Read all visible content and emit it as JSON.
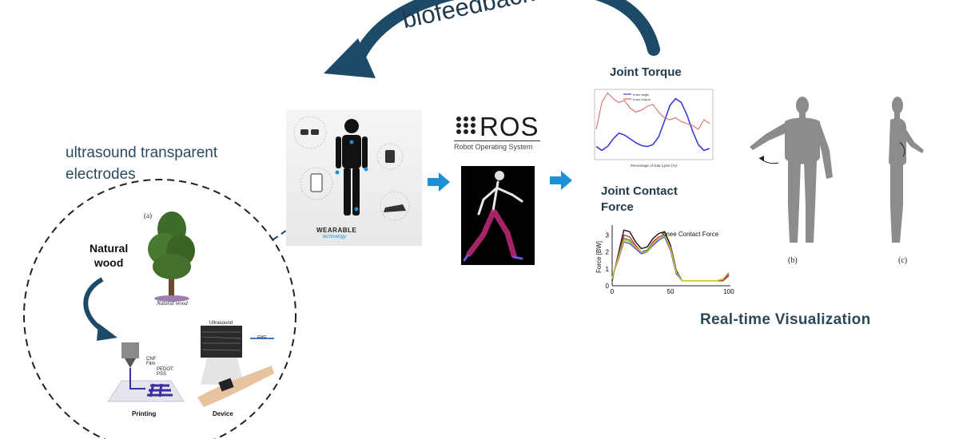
{
  "feedback": {
    "label": "biofeedback"
  },
  "electrodes": {
    "title": "ultrasound transparent electrodes",
    "panel_label_a": "(a)",
    "natural_wood_label": "Natural\nwood",
    "natural_wood_caption": "Natural wood",
    "cnf_label": "CNF\nFilm",
    "pedot_label": "PEDOT:\nPSS",
    "printing_label": "Printing",
    "device_label": "Device",
    "ultrasound_label": "Ultrasound",
    "emg_label": "EMG"
  },
  "wearable": {
    "label": "WEARABLE",
    "sublabel": "technology"
  },
  "ros": {
    "logo_text": "ROS",
    "subtitle": "Robot Operating System"
  },
  "torque": {
    "title": "Joint Torque",
    "legend": [
      "Knee angle",
      "Knee torque"
    ],
    "xlabel": "Percentage of Gait Cycle (%)"
  },
  "contact": {
    "title": "Joint Contact Force",
    "chart_label": "Knee Contact Force",
    "ylabel": "Force [BW]"
  },
  "visualization": {
    "title": "Real-time Visualization",
    "label_b": "(b)",
    "label_c": "(c)"
  },
  "colors": {
    "arrow_dark": "#1d4a66",
    "flow_arrow": "#1e90d6",
    "torque_blue": "#3a3ad6",
    "torque_red": "#e0605a"
  },
  "chart_data": [
    {
      "type": "line",
      "title": "Joint Torque",
      "xlabel": "Percentage of Gait Cycle (%)",
      "xlim": [
        0,
        100
      ],
      "x": [
        0,
        5,
        10,
        15,
        20,
        25,
        30,
        35,
        40,
        45,
        50,
        55,
        60,
        65,
        70,
        75,
        80,
        85,
        90,
        95,
        100
      ],
      "series": [
        {
          "name": "Knee angle",
          "values": [
            12,
            8,
            12,
            20,
            26,
            24,
            20,
            16,
            13,
            12,
            14,
            22,
            38,
            55,
            62,
            58,
            45,
            28,
            14,
            8,
            10
          ]
        },
        {
          "name": "Knee torque",
          "values": [
            30,
            58,
            68,
            62,
            58,
            60,
            52,
            48,
            50,
            54,
            56,
            48,
            42,
            40,
            42,
            38,
            36,
            34,
            30,
            40,
            36
          ]
        }
      ]
    },
    {
      "type": "line",
      "title": "Knee Contact Force",
      "ylabel": "Force [BW]",
      "xlim": [
        0,
        100
      ],
      "ylim": [
        0,
        3.5
      ],
      "xticks": [
        0,
        50,
        100
      ],
      "yticks": [
        0,
        1,
        2,
        3
      ],
      "x": [
        0,
        5,
        10,
        15,
        20,
        25,
        30,
        35,
        40,
        45,
        50,
        55,
        60,
        65,
        70,
        75,
        80,
        85,
        90,
        95,
        100
      ],
      "series": [
        {
          "color": "#111111",
          "values": [
            0.3,
            1.8,
            3.3,
            3.2,
            2.6,
            2.2,
            2.3,
            2.8,
            3.1,
            3.2,
            2.4,
            0.9,
            0.3,
            0.3,
            0.3,
            0.3,
            0.3,
            0.3,
            0.3,
            0.3,
            0.6
          ]
        },
        {
          "color": "#d63030",
          "values": [
            0.4,
            1.7,
            3.0,
            2.9,
            2.4,
            2.0,
            2.1,
            2.6,
            2.9,
            3.0,
            2.3,
            0.8,
            0.3,
            0.3,
            0.3,
            0.3,
            0.3,
            0.3,
            0.3,
            0.3,
            0.6
          ]
        },
        {
          "color": "#2a8a2a",
          "values": [
            0.4,
            1.6,
            2.8,
            2.7,
            2.3,
            2.0,
            2.1,
            2.5,
            2.8,
            3.0,
            2.2,
            0.8,
            0.3,
            0.3,
            0.3,
            0.3,
            0.3,
            0.3,
            0.3,
            0.4,
            0.7
          ]
        },
        {
          "color": "#4d4dd6",
          "values": [
            0.5,
            1.5,
            2.6,
            2.5,
            2.2,
            1.9,
            2.0,
            2.4,
            2.7,
            2.9,
            2.1,
            0.7,
            0.3,
            0.3,
            0.3,
            0.3,
            0.3,
            0.3,
            0.3,
            0.4,
            0.7
          ]
        },
        {
          "color": "#c8c836",
          "values": [
            0.4,
            1.6,
            2.7,
            2.6,
            2.3,
            2.0,
            2.0,
            2.5,
            2.8,
            3.0,
            2.2,
            0.8,
            0.3,
            0.3,
            0.3,
            0.3,
            0.3,
            0.3,
            0.3,
            0.4,
            0.8
          ]
        }
      ]
    }
  ]
}
